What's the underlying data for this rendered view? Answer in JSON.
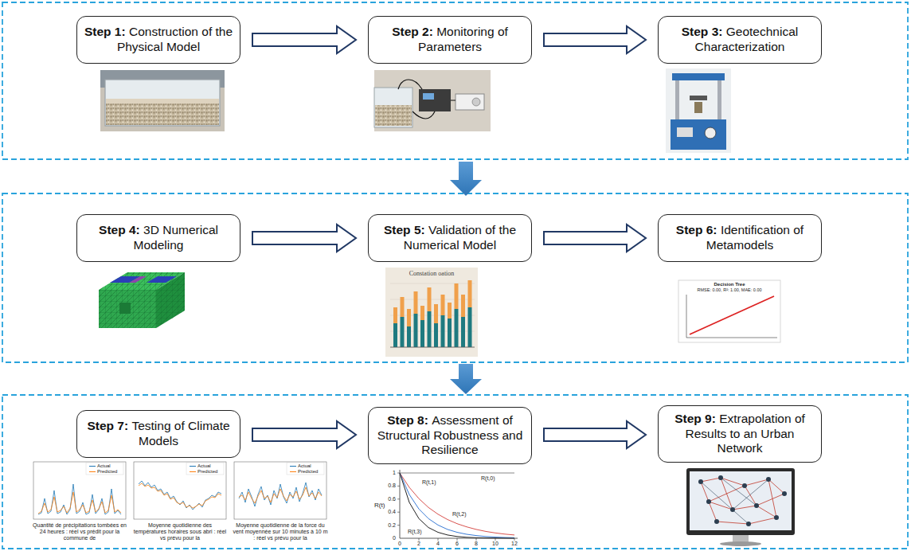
{
  "diagram": {
    "nodes": [
      {
        "text": [
          "Step 1:",
          "Construction of the Physical Model"
        ]
      },
      {
        "text": [
          "Step 2:",
          "Monitoring of Parameters"
        ]
      },
      {
        "text": [
          "Step 3:",
          "Geotechnical Characterization"
        ]
      },
      {
        "text": [
          "Step 4:",
          "3D Numerical Modeling"
        ]
      },
      {
        "text": [
          "Step 5:",
          "Validation of the Numerical Model"
        ]
      },
      {
        "text": [
          "Step 6:",
          "Identification of Metamodels"
        ]
      },
      {
        "text": [
          "Step 7:",
          "Testing of Climate Models"
        ]
      },
      {
        "text": [
          "Step 8:",
          "Assessment of Structural Robustness and Resilience"
        ]
      },
      {
        "text": [
          "Step 9:",
          "Extrapolation of Results to an Urban Network"
        ]
      }
    ],
    "edges": [
      {
        "from": 0,
        "to": 1,
        "arrow": "to"
      },
      {
        "from": 1,
        "to": 2,
        "arrow": "to"
      },
      {
        "from": 3,
        "to": 4,
        "arrow": "to"
      },
      {
        "from": 4,
        "to": 5,
        "arrow": "to"
      },
      {
        "from": 6,
        "to": 7,
        "arrow": "to"
      },
      {
        "from": 7,
        "to": 8,
        "arrow": "to"
      }
    ],
    "labels": [
      "Constation oation",
      "Decision Tree",
      "RMSE: 0.00, R²: 1.00, MAE: 0.00",
      "Actual",
      "Predicted",
      "Actual",
      "Predicted",
      "Actual",
      "Predicted",
      "Quantité de précipitations tombées en 24 heures : réel vs prédit pour la commune de",
      "Moyenne quotidienne des températures horaires sous abri : réel vs prévu pour la",
      "Moyenne quotidienne de la force du vent moyennée sur 10 minutes à 10 m : réel vs prévu pour la",
      "R(t,0)",
      "R(t,1)",
      "R(t,2)",
      "R(t,3)",
      "R(t)",
      "0",
      "0.2",
      "0.4",
      "0.6",
      "0.8",
      "1",
      "0",
      "2",
      "4",
      "6",
      "8",
      "10",
      "12"
    ]
  }
}
